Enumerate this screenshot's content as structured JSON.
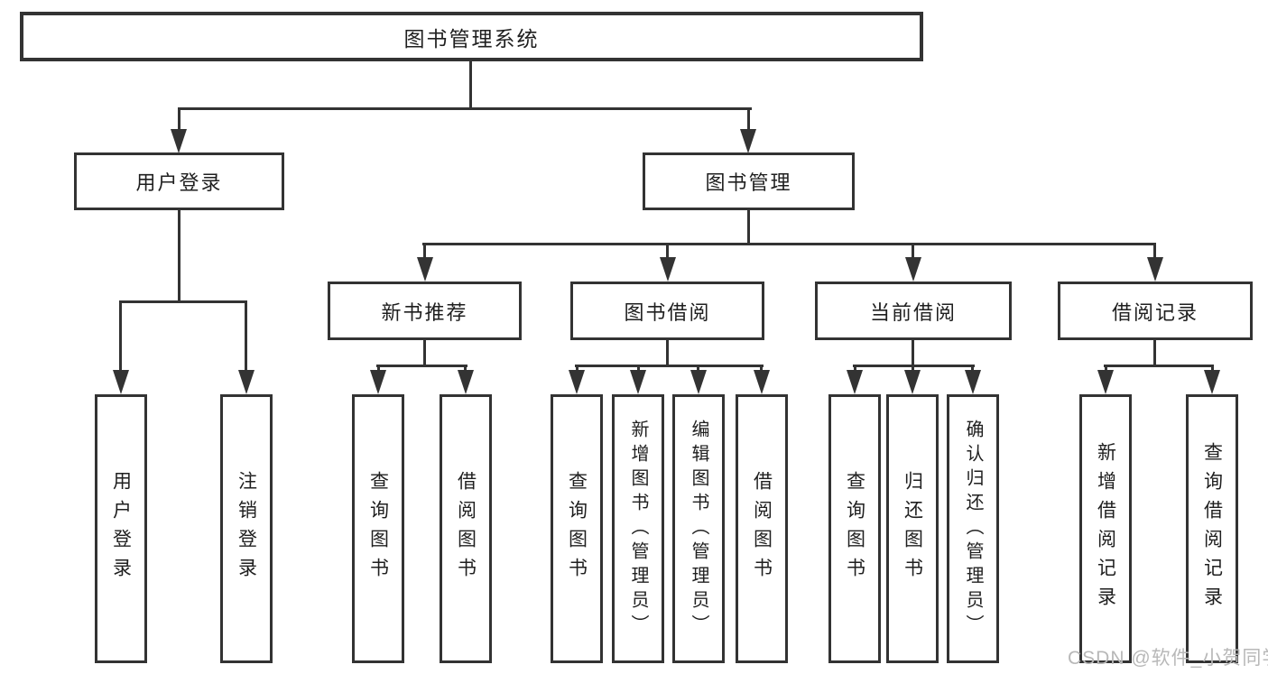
{
  "diagram": {
    "root": {
      "label": "图书管理系统"
    },
    "branches": {
      "user_login": {
        "label": "用户登录",
        "children": {
          "login": "用户登录",
          "logout": "注销登录"
        }
      },
      "book_mgmt": {
        "label": "图书管理",
        "sections": {
          "new_books": {
            "label": "新书推荐",
            "children": {
              "query": "查询图书",
              "borrow": "借阅图书"
            }
          },
          "book_borrow": {
            "label": "图书借阅",
            "children": {
              "query": "查询图书",
              "add": "新增图书（管理员）",
              "edit": "编辑图书（管理员）",
              "borrow": "借阅图书"
            }
          },
          "current_borrow": {
            "label": "当前借阅",
            "children": {
              "query": "查询图书",
              "return": "归还图书",
              "confirm": "确认归还（管理员）"
            }
          },
          "borrow_records": {
            "label": "借阅记录",
            "children": {
              "add": "新增借阅记录",
              "query": "查询借阅记录"
            }
          }
        }
      }
    },
    "watermark": "CSDN @软件_小贺同学",
    "colors": {
      "line": "#333333",
      "text": "#1f1f1f",
      "background": "#ffffff",
      "watermark": "#b8b8b8"
    }
  }
}
